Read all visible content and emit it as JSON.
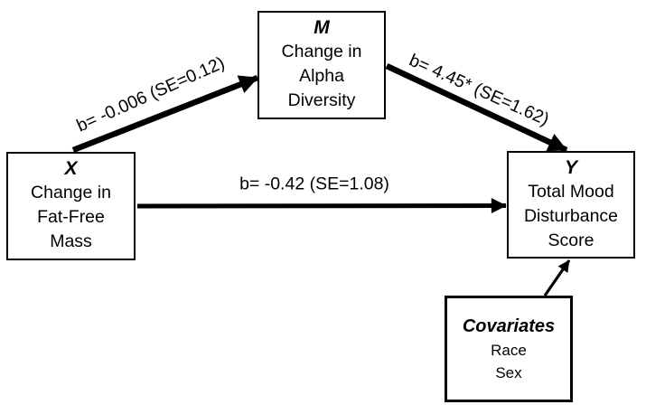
{
  "figure": {
    "background": "#ffffff",
    "ink": "#000000",
    "boxes": {
      "x": {
        "title": "X",
        "lines": [
          "Change in",
          "Fat-Free",
          "Mass"
        ]
      },
      "m": {
        "title": "M",
        "lines": [
          "Change in",
          "Alpha",
          "Diversity"
        ]
      },
      "y": {
        "title": "Y",
        "lines": [
          "Total Mood",
          "Disturbance",
          "Score"
        ]
      },
      "covariates": {
        "title": "Covariates",
        "lines": [
          "Race",
          "Sex"
        ]
      }
    },
    "path_labels": {
      "x_to_m": "b= -0.006 (SE=0.12)",
      "m_to_y": "b= 4.45* (SE=1.62)",
      "x_to_y": "b= -0.42 (SE=1.08)"
    }
  }
}
